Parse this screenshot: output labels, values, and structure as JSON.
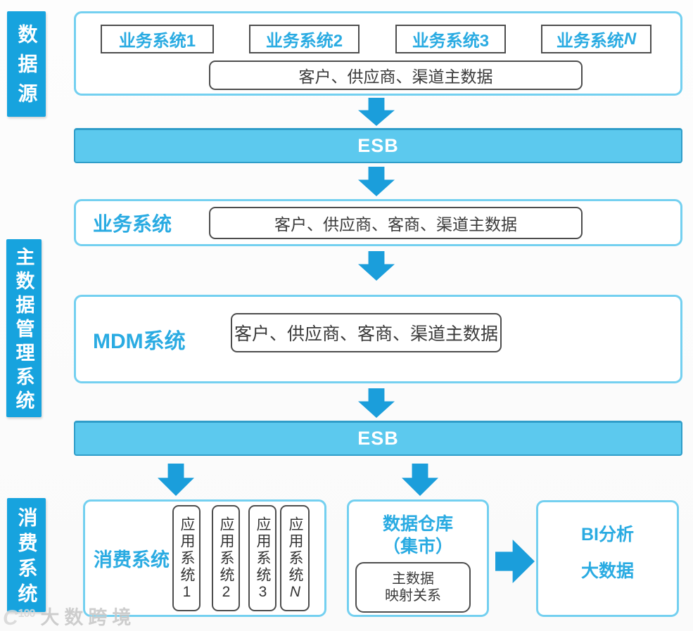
{
  "palette": {
    "sidebar_blue": "#17a3de",
    "accent_blue_text": "#2aabe2",
    "arrow_blue": "#1b9edb",
    "esb_fill": "#5cc9ee",
    "esb_border": "#2f9dc9",
    "panel_border": "#74d0f0",
    "box_border": "#4d4d4d",
    "dark_text": "#3a3a3a",
    "watermark_gray": "#c6c6c6"
  },
  "sidebar": {
    "labels": [
      {
        "text": "数据源"
      },
      {
        "text": "主数据管理系统"
      },
      {
        "text": "消费系统"
      }
    ]
  },
  "source_layer": {
    "systems": [
      "业务系统1",
      "业务系统2",
      "业务系统3",
      "业务系统N"
    ],
    "master_data": "客户、供应商、渠道主数据"
  },
  "esb_top": {
    "label": "ESB"
  },
  "business_layer": {
    "title": "业务系统",
    "master_data": "客户、供应商、客商、渠道主数据"
  },
  "mdm_layer": {
    "title": "MDM系统",
    "master_data": "客户、供应商、客商、渠道主数据"
  },
  "esb_bottom": {
    "label": "ESB"
  },
  "consumer_layer": {
    "title": "消费系统",
    "apps": [
      "应用系统1",
      "应用系统2",
      "应用系统3",
      "应用系统N"
    ]
  },
  "warehouse": {
    "title_line1": "数据仓库",
    "title_line2": "（集市）",
    "mapping_line1": "主数据",
    "mapping_line2": "映射关系"
  },
  "bi": {
    "line1": "BI分析",
    "line2": "大数据"
  },
  "watermark": {
    "logo_letter": "C",
    "logo_number": "100",
    "text": "大数跨境"
  }
}
